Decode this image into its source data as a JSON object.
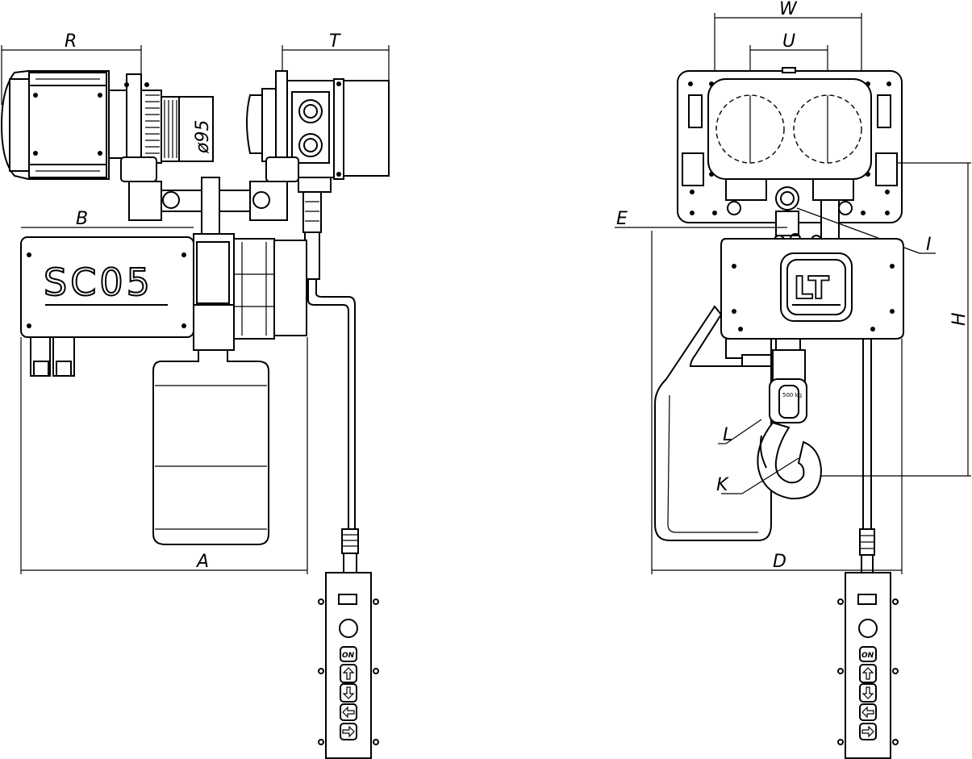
{
  "dimensions": {
    "R": "R",
    "T": "T",
    "B": "B",
    "A": "A",
    "W": "W",
    "U": "U",
    "E": "E",
    "D": "D",
    "H": "H",
    "I": "I",
    "L": "L",
    "K": "K",
    "diameter": "ø95"
  },
  "labels": {
    "model_plate": "SC05",
    "brand_logo": "LT",
    "capacity_tag": "500 kg"
  },
  "pendant_buttons": [
    "ON",
    "↑",
    "↓",
    "←",
    "→"
  ]
}
